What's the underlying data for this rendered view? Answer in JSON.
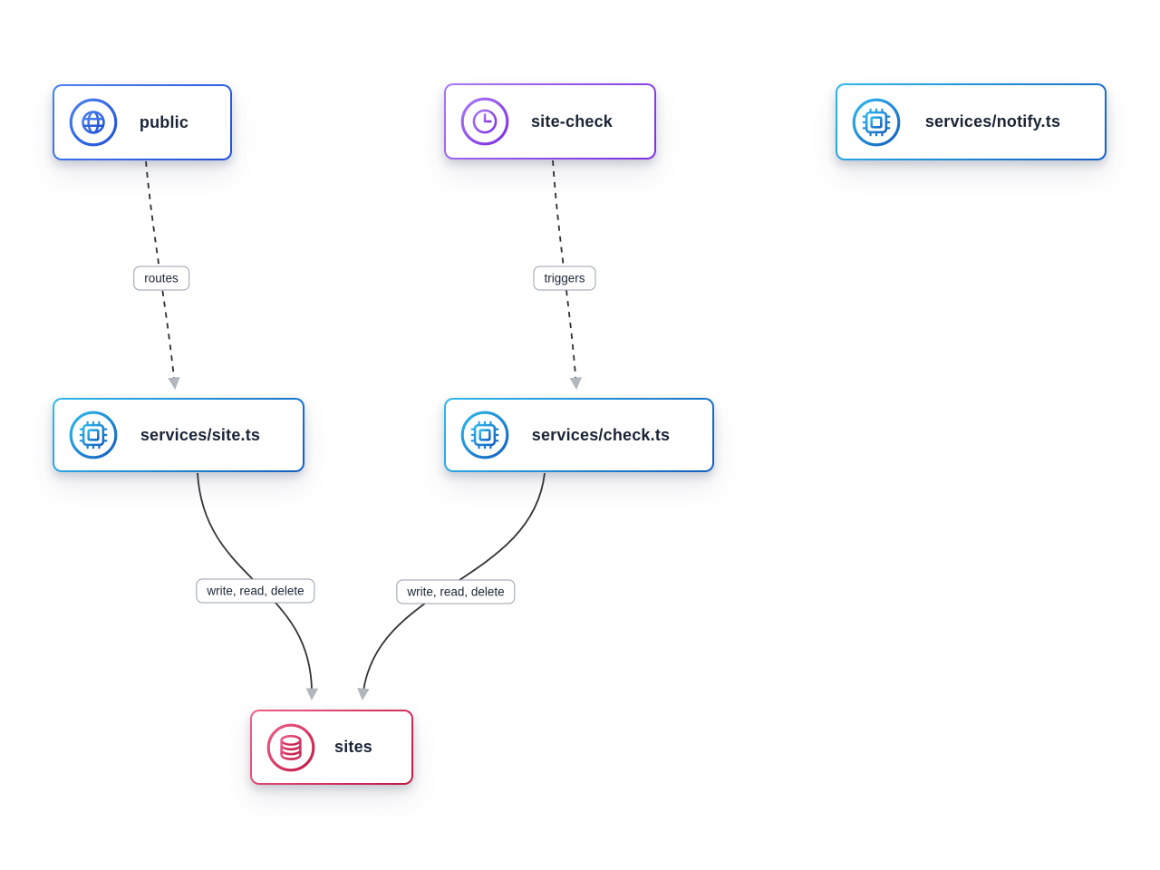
{
  "diagram_type": "dependency-graph",
  "nodes": {
    "public": {
      "label": "public",
      "icon": "globe-icon",
      "accent_from": "#4a80f0",
      "accent_to": "#2050d8"
    },
    "site_check": {
      "label": "site-check",
      "icon": "clock-icon",
      "accent_from": "#a978f5",
      "accent_to": "#7c2fe3"
    },
    "notify": {
      "label": "services/notify.ts",
      "icon": "chip-icon",
      "accent_from": "#2fb9ec",
      "accent_to": "#135fc0"
    },
    "site": {
      "label": "services/site.ts",
      "icon": "chip-icon",
      "accent_from": "#2fb9ec",
      "accent_to": "#135fc0"
    },
    "check": {
      "label": "services/check.ts",
      "icon": "chip-icon",
      "accent_from": "#2fb9ec",
      "accent_to": "#135fc0"
    },
    "sites": {
      "label": "sites",
      "icon": "database-icon",
      "accent_from": "#ef6088",
      "accent_to": "#c01845"
    }
  },
  "edges": {
    "public_to_site": {
      "from": "public",
      "to": "site",
      "label": "routes",
      "style": "dashed"
    },
    "sitecheck_to_check": {
      "from": "site-check",
      "to": "check",
      "label": "triggers",
      "style": "dashed"
    },
    "site_to_sites": {
      "from": "site",
      "to": "sites",
      "label": "write, read, delete",
      "style": "solid"
    },
    "check_to_sites": {
      "from": "check",
      "to": "sites",
      "label": "write, read, delete",
      "style": "solid"
    }
  },
  "palette": {
    "background": "#ffffff",
    "node_fill": "#ffffff",
    "node_text": "#1b2436",
    "edge_line": "#2d2d2d",
    "arrowhead": "#b2b7be",
    "label_border": "#97a1ae"
  }
}
